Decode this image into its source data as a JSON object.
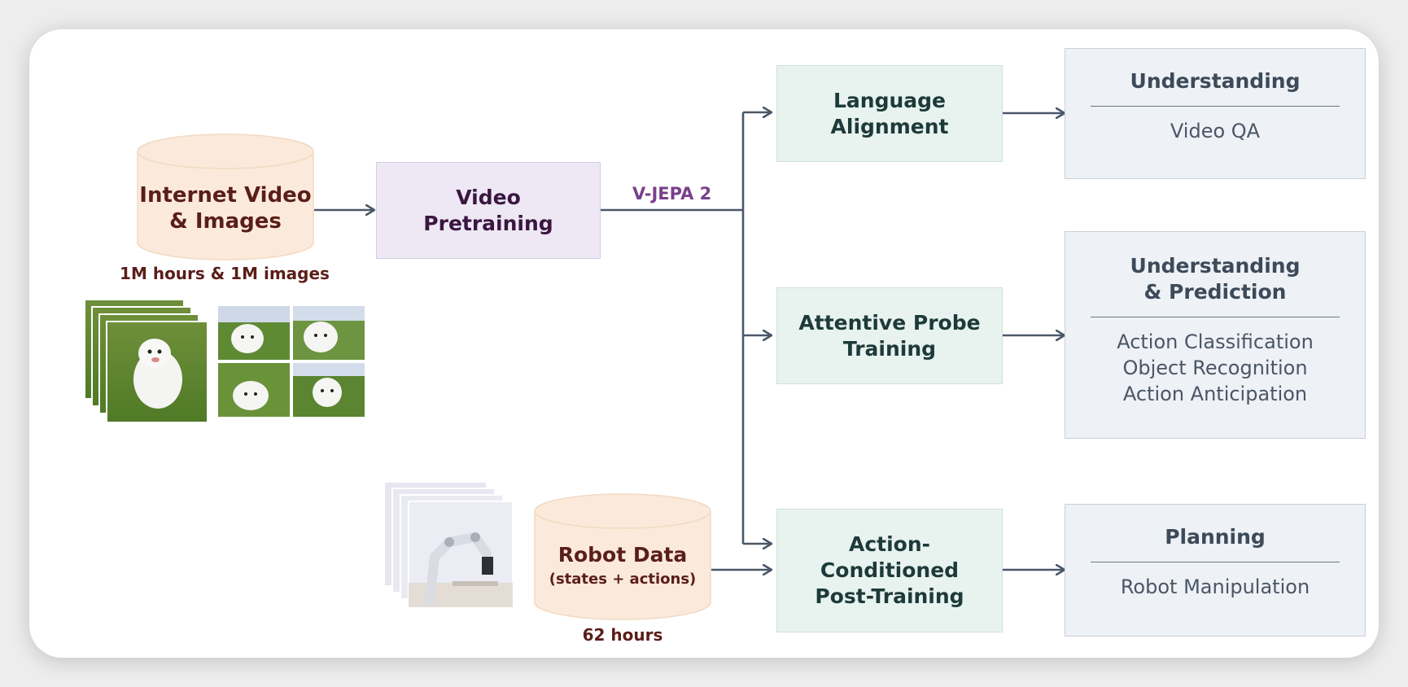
{
  "source": {
    "title_line1": "Internet Video",
    "title_line2": "& Images",
    "caption": "1M hours & 1M images"
  },
  "pretraining": {
    "line1": "Video",
    "line2": "Pretraining"
  },
  "model_label": "V-JEPA 2",
  "robot": {
    "title": "Robot Data",
    "subtitle": "(states + actions)",
    "caption": "62 hours"
  },
  "stages": [
    {
      "line1": "Language",
      "line2": "Alignment",
      "line3": ""
    },
    {
      "line1": "Attentive Probe",
      "line2": "Training",
      "line3": ""
    },
    {
      "line1": "Action-",
      "line2": "Conditioned",
      "line3": "Post-Training"
    }
  ],
  "outcomes": [
    {
      "title": "Understanding",
      "body": "Video QA"
    },
    {
      "title": "Understanding\n& Prediction",
      "body": "Action Classification\nObject Recognition\nAction Anticipation"
    },
    {
      "title": "Planning",
      "body": "Robot Manipulation"
    }
  ],
  "colors": {
    "arrow": "#4a5868",
    "cylinder_fill": "#fbeadb",
    "cylinder_stroke": "#f3d9c2",
    "model_label": "#7a3f8c"
  },
  "icons": [
    "dog-video-frames-image",
    "dog-image-grid",
    "robot-arm-frames-image",
    "database-cylinder-icon"
  ]
}
